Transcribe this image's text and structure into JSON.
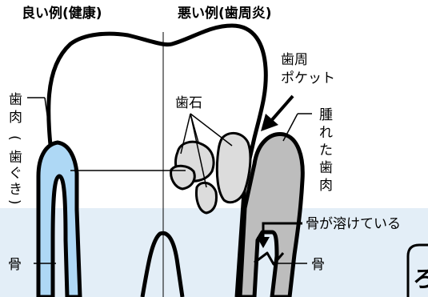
{
  "titles": {
    "good": "良い例(健康)",
    "bad": "悪い例(歯周炎)"
  },
  "labels": {
    "gum_left_vertical": [
      "歯",
      "肉",
      "(",
      "歯",
      "ぐ",
      "き",
      ")"
    ],
    "bone_left": "骨",
    "tartar": "歯石",
    "pocket_line1": "歯周",
    "pocket_line2": "ポケット",
    "swollen_gum_vertical": [
      "腫",
      "れ",
      "た",
      "歯",
      "肉"
    ],
    "bone_melting": "骨が溶けている",
    "bone_right": "骨"
  },
  "colors": {
    "background_band": "#e3eef7",
    "healthy_gum": "#aed8f5",
    "inflamed_gum": "#bdbdbd",
    "tartar": "#dcdcdc",
    "outline": "#000000"
  }
}
